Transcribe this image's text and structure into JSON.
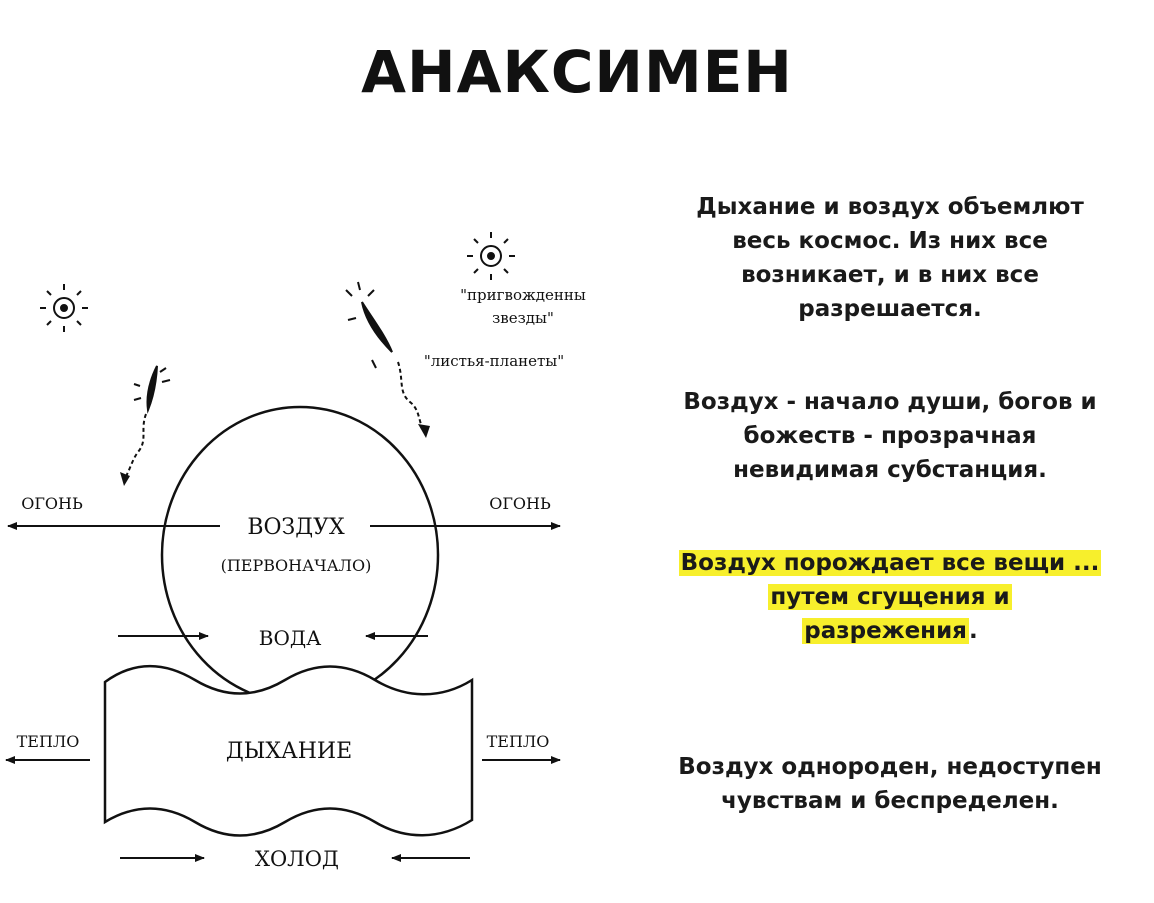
{
  "title": "АНАКСИМЕН",
  "diagram": {
    "labels": {
      "fixed_stars": [
        "\"пригвожденны",
        "звезды\""
      ],
      "leaves_planets": "\"листья-планеты\"",
      "fire_left": "ОГОНЬ",
      "fire_right": "ОГОНЬ",
      "air": "ВОЗДУХ",
      "first_principle": "(ПЕРВОНАЧАЛО)",
      "water": "ВОДА",
      "heat_left": "ТЕПЛО",
      "heat_right": "ТЕПЛО",
      "breath": "ДЫХАНИЕ",
      "cold": "ХОЛОД"
    },
    "icons": [
      "sun-icon",
      "star-icon",
      "comet-icon",
      "leaf-planet-icon"
    ]
  },
  "text": {
    "p1": [
      "Дыхание и воздух объемлют",
      "весь космос. Из них все",
      "возникает, и в них все",
      "разрешается."
    ],
    "p2": [
      "Воздух - начало души, богов и",
      "божеств - прозрачная",
      "невидимая субстанция."
    ],
    "p3": [
      "Воздух порождает все вещи ...",
      "путем сгущения и",
      "разрежения"
    ],
    "p3_tail": ".",
    "p4": [
      "Воздух однороден, недоступен",
      "чувствам и беспределен."
    ]
  },
  "colors": {
    "highlight": "#f7ef2c",
    "ink": "#111111"
  }
}
